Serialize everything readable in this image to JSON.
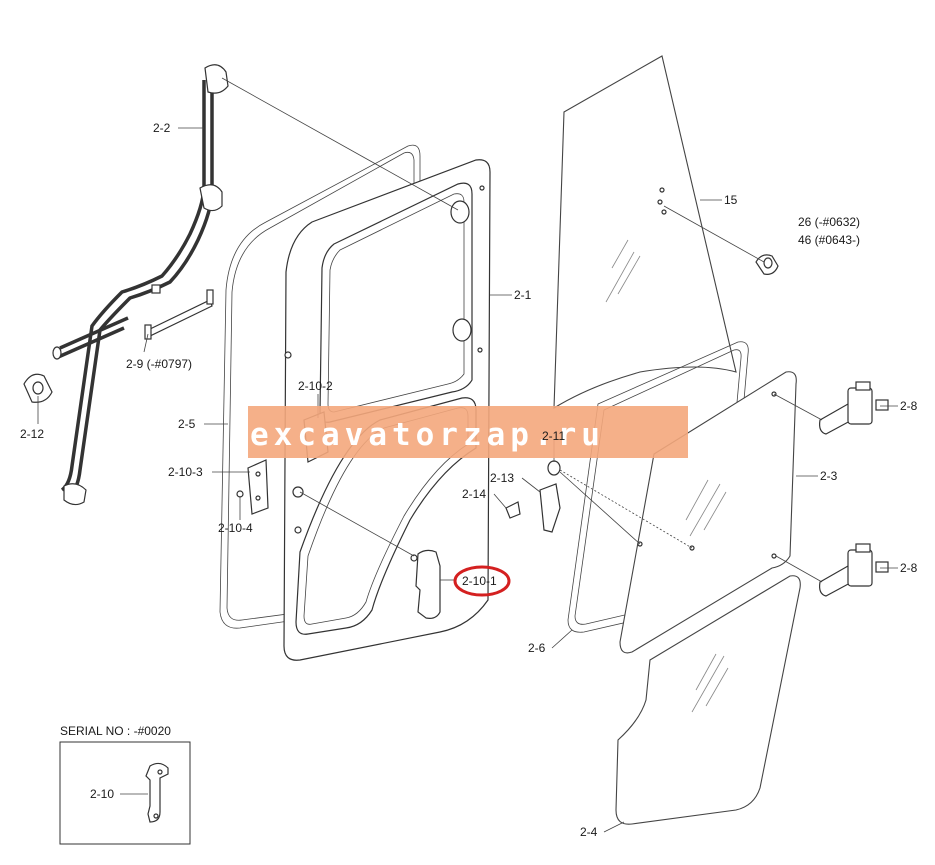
{
  "watermark": "excavatorzap.ru",
  "highlight_label": "2-10-1",
  "inset_title": "SERIAL NO : -#0020",
  "labels": {
    "l_2_2": "2-2",
    "l_2_9": "2-9  (-#0797)",
    "l_2_12": "2-12",
    "l_2_5": "2-5",
    "l_2_10_2": "2-10-2",
    "l_2_10_3": "2-10-3",
    "l_2_10_4": "2-10-4",
    "l_2_1": "2-1",
    "l_15": "15",
    "l_26": "26  (-#0632)",
    "l_46": "46  (#0643-)",
    "l_2_11": "2-11",
    "l_2_13": "2-13",
    "l_2_14": "2-14",
    "l_2_8a": "2-8",
    "l_2_3": "2-3",
    "l_2_8b": "2-8",
    "l_2_6": "2-6",
    "l_2_4": "2-4",
    "l_2_10": "2-10"
  },
  "colors": {
    "watermark_bg": "#f4a77c",
    "highlight": "#d42020",
    "line": "#333333"
  }
}
